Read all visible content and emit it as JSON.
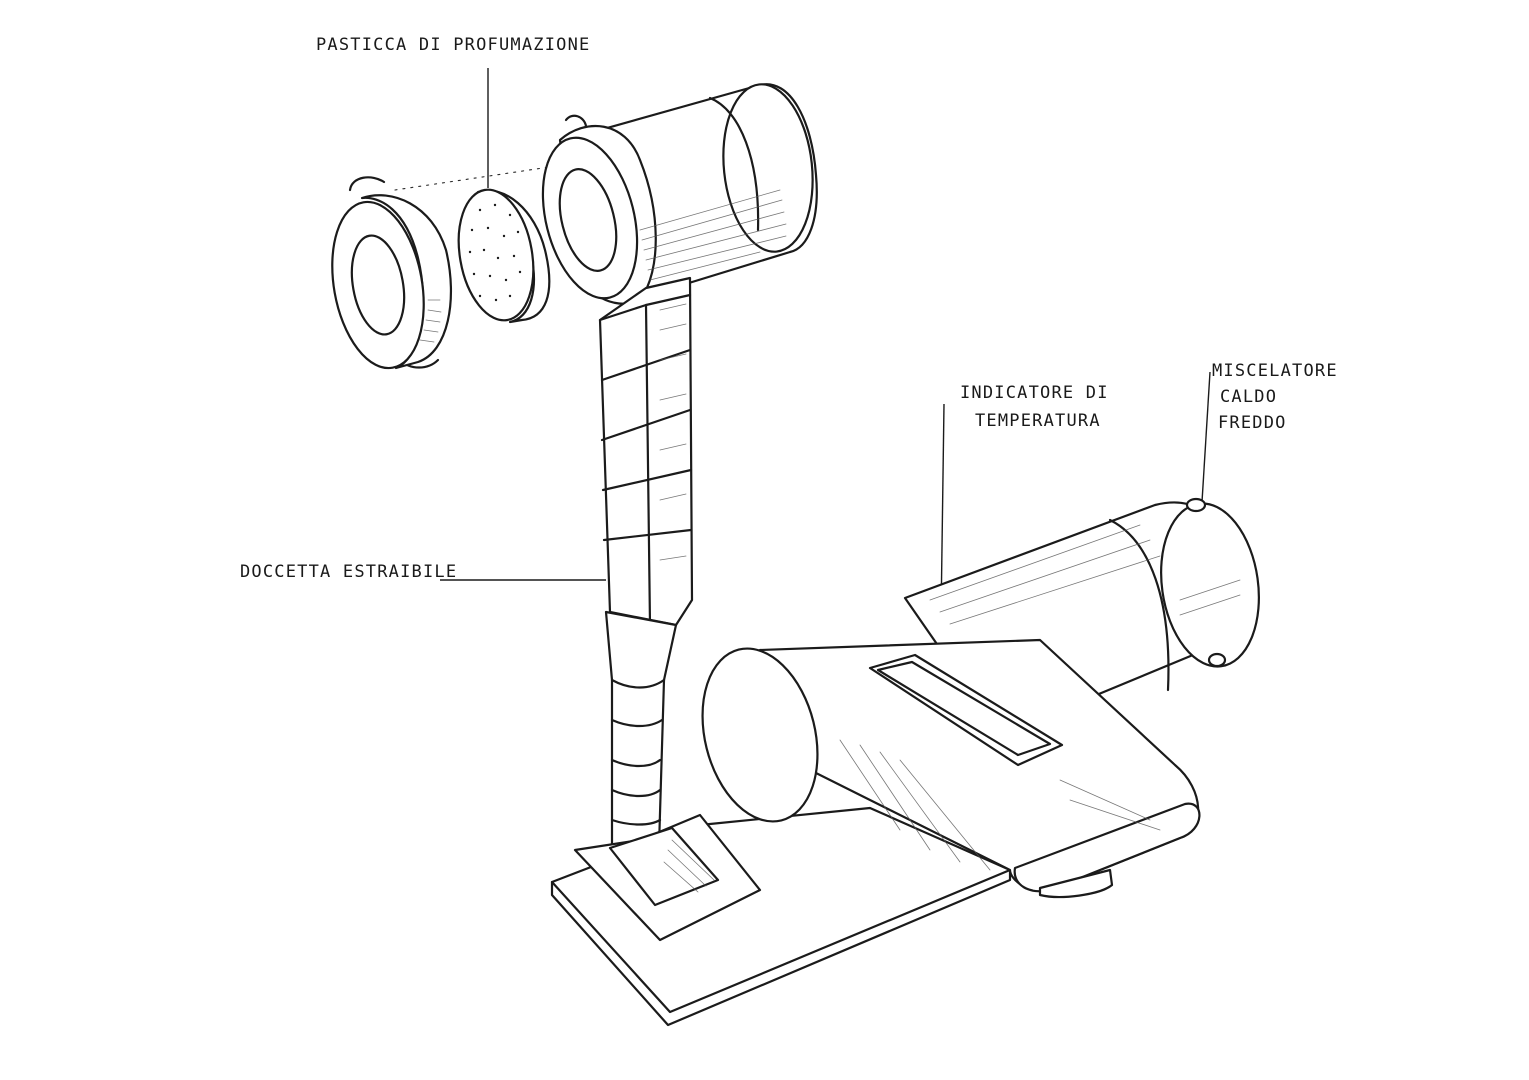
{
  "labels": {
    "pasticca": "PASTICCA DI PROFUMAZIONE",
    "doccetta": "DOCCETTA ESTRAIBILE",
    "indicatore_line1": "INDICATORE DI",
    "indicatore_line2": "TEMPERATURA",
    "miscelatore_line1": "MISCELATORE",
    "miscelatore_line2": "CALDO",
    "miscelatore_line3": "FREDDO"
  },
  "colors": {
    "ink": "#1b1b1b",
    "paper": "#ffffff"
  }
}
